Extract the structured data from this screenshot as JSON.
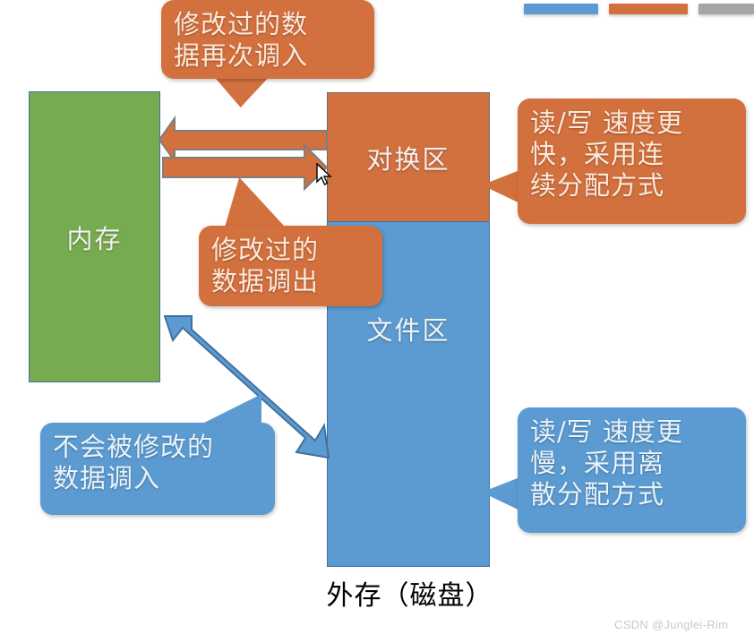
{
  "palette": {
    "green": "#77ab4f",
    "orange": "#d2703e",
    "blue": "#5b9bd1",
    "gray": "#a5a5a5",
    "arrow_outline": "#7f7f7f",
    "blue_outline": "#41719c"
  },
  "topbars": [
    {
      "name": "bar-blue",
      "color": "#5b9bd1"
    },
    {
      "name": "bar-orange",
      "color": "#d2703e"
    },
    {
      "name": "bar-gray",
      "color": "#a5a5a5"
    }
  ],
  "blocks": {
    "memory": "内存",
    "swap": "对换区",
    "file": "文件区"
  },
  "labels": {
    "disk": "外存（磁盘）"
  },
  "callouts": {
    "reload_modified": {
      "line1": "修改过的数",
      "line2": "据再次调入"
    },
    "swap_out_modified": {
      "line1": "修改过的",
      "line2": "数据调出"
    },
    "swap_area_note": {
      "line1": "读/写 速度更",
      "line2": "快，采用连",
      "line3": "续分配方式"
    },
    "file_area_note": {
      "line1": "读/写 速度更",
      "line2": "慢，采用离",
      "line3": "散分配方式"
    },
    "load_unmodified": {
      "line1": "不会被修改的",
      "line2": "数据调入"
    }
  },
  "watermark": "CSDN @Junglei-Rim"
}
